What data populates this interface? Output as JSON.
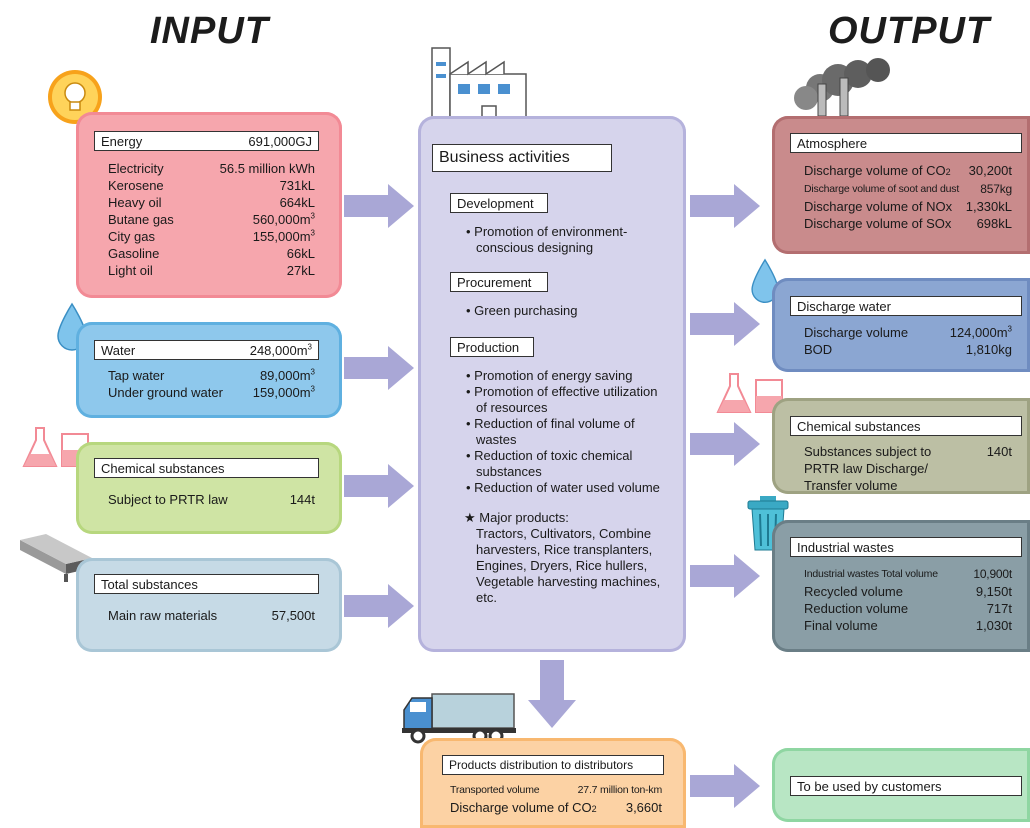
{
  "headings": {
    "input": "INPUT",
    "output": "OUTPUT"
  },
  "energy": {
    "title": "Energy",
    "total": "691,000GJ",
    "items": [
      {
        "label": "Electricity",
        "value": "56.5 million kWh"
      },
      {
        "label": "Kerosene",
        "value": "731kL"
      },
      {
        "label": "Heavy oil",
        "value": "664kL"
      },
      {
        "label": "Butane gas",
        "value": "560,000m",
        "unit_sup": "3"
      },
      {
        "label": "City gas",
        "value": "155,000m",
        "unit_sup": "3"
      },
      {
        "label": "Gasoline",
        "value": "66kL"
      },
      {
        "label": "Light oil",
        "value": "27kL"
      }
    ]
  },
  "water": {
    "title": "Water",
    "total": "248,000m",
    "total_sup": "3",
    "items": [
      {
        "label": "Tap water",
        "value": "89,000m",
        "unit_sup": "3"
      },
      {
        "label": "Under ground water",
        "value": "159,000m",
        "unit_sup": "3"
      }
    ]
  },
  "chemical_in": {
    "title": "Chemical substances",
    "label": "Subject to PRTR law",
    "value": "144t"
  },
  "total_substances": {
    "title": "Total substances",
    "label": "Main raw materials",
    "value": "57,500t"
  },
  "business": {
    "title": "Business activities",
    "development": {
      "title": "Development",
      "bullets": [
        "Promotion of environment-conscious designing"
      ]
    },
    "procurement": {
      "title": "Procurement",
      "bullets": [
        "Green purchasing"
      ]
    },
    "production": {
      "title": "Production",
      "bullets": [
        "Promotion of energy saving",
        "Promotion of effective utilization of resources",
        "Reduction of final volume of wastes",
        "Reduction of toxic chemical substances",
        "Reduction of water used volume"
      ]
    },
    "major_products_title": "Major products:",
    "major_products": "Tractors, Cultivators, Combine harvesters, Rice transplanters, Engines, Dryers, Rice hullers, Vegetable harvesting machines, etc."
  },
  "atmosphere": {
    "title": "Atmosphere",
    "items": [
      {
        "label": "Discharge volume of CO",
        "sub": "2",
        "value": "30,200t"
      },
      {
        "label": "Discharge volume of soot and dust",
        "value": "857kg",
        "small": true
      },
      {
        "label": "Discharge volume of NOx",
        "value": "1,330kL"
      },
      {
        "label": "Discharge volume of SOx",
        "value": "698kL"
      }
    ]
  },
  "discharge_water": {
    "title": "Discharge water",
    "items": [
      {
        "label": "Discharge volume",
        "value": "124,000m",
        "unit_sup": "3"
      },
      {
        "label": "BOD",
        "value": "1,810kg"
      }
    ]
  },
  "chemical_out": {
    "title": "Chemical substances",
    "label": "Substances subject to PRTR law Discharge/ Transfer volume",
    "value": "140t"
  },
  "industrial_wastes": {
    "title": "Industrial wastes",
    "items": [
      {
        "label": "Industrial wastes Total volume",
        "value": "10,900t",
        "small": true
      },
      {
        "label": "Recycled volume",
        "value": "9,150t"
      },
      {
        "label": "Reduction volume",
        "value": "717t"
      },
      {
        "label": "Final volume",
        "value": "1,030t"
      }
    ]
  },
  "distribution": {
    "title": "Products distribution to distributors",
    "items": [
      {
        "label": "Transported volume",
        "value": "27.7 million ton-km"
      },
      {
        "label": "Discharge volume of CO",
        "sub": "2",
        "value": "3,660t"
      }
    ]
  },
  "customers": {
    "title": "To be used by customers"
  },
  "colors": {
    "energy": "#f6a6ad",
    "water": "#8ec8ec",
    "chemical_in": "#cfe4a4",
    "total": "#c6dae6",
    "business": "#d6d4ec",
    "atmosphere": "#c98b8c",
    "discharge_water": "#8ba6d2",
    "chemical_out": "#bcbfa4",
    "industrial_wastes": "#8a9ea6",
    "distribution": "#fcd2a4",
    "customers": "#b8e6c4",
    "arrow": "#a9a7d6"
  }
}
